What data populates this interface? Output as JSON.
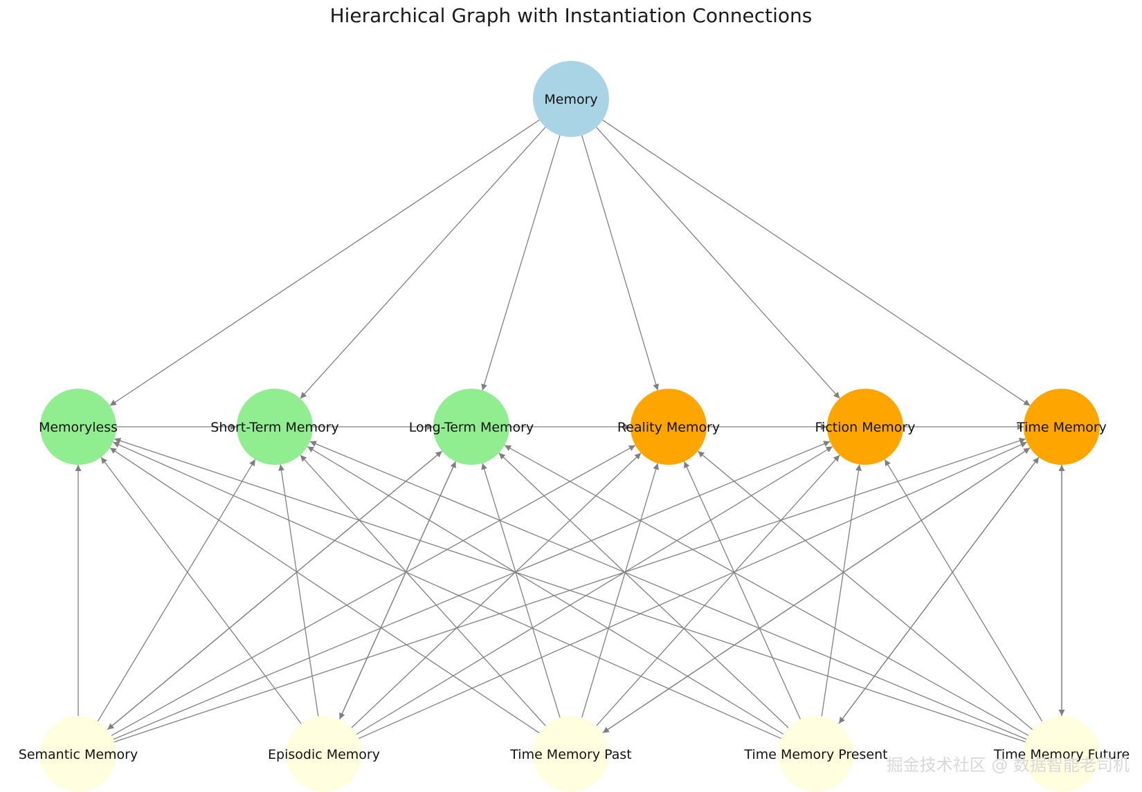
{
  "title": "Hierarchical Graph with Instantiation Connections",
  "watermark": "掘金技术社区 @ 数据智能老司机",
  "colors": {
    "root": "#a8d4e6",
    "memory_type": "#90ee90",
    "content_type": "#ffa500",
    "leaf": "#ffffe0",
    "edge": "#7f7f7f"
  },
  "nodes": [
    {
      "id": "memory",
      "label": "Memory",
      "level": "root"
    },
    {
      "id": "memoryless",
      "label": "Memoryless",
      "level": "memory_type"
    },
    {
      "id": "short_term",
      "label": "Short-Term Memory",
      "level": "memory_type"
    },
    {
      "id": "long_term",
      "label": "Long-Term Memory",
      "level": "memory_type"
    },
    {
      "id": "reality",
      "label": "Reality Memory",
      "level": "content_type"
    },
    {
      "id": "fiction",
      "label": "Fiction Memory",
      "level": "content_type"
    },
    {
      "id": "time",
      "label": "Time Memory",
      "level": "content_type"
    },
    {
      "id": "semantic",
      "label": "Semantic Memory",
      "level": "leaf"
    },
    {
      "id": "episodic",
      "label": "Episodic Memory",
      "level": "leaf"
    },
    {
      "id": "tm_past",
      "label": "Time Memory Past",
      "level": "leaf"
    },
    {
      "id": "tm_present",
      "label": "Time Memory Present",
      "level": "leaf"
    },
    {
      "id": "tm_future",
      "label": "Time Memory Future",
      "level": "leaf"
    }
  ],
  "edges": [
    [
      "memory",
      "memoryless"
    ],
    [
      "memory",
      "short_term"
    ],
    [
      "memory",
      "long_term"
    ],
    [
      "memory",
      "reality"
    ],
    [
      "memory",
      "fiction"
    ],
    [
      "memory",
      "time"
    ],
    [
      "memoryless",
      "short_term"
    ],
    [
      "short_term",
      "long_term"
    ],
    [
      "long_term",
      "reality"
    ],
    [
      "reality",
      "fiction"
    ],
    [
      "fiction",
      "time"
    ],
    [
      "semantic",
      "memoryless"
    ],
    [
      "semantic",
      "short_term"
    ],
    [
      "semantic",
      "long_term"
    ],
    [
      "semantic",
      "reality"
    ],
    [
      "semantic",
      "fiction"
    ],
    [
      "semantic",
      "time"
    ],
    [
      "episodic",
      "memoryless"
    ],
    [
      "episodic",
      "short_term"
    ],
    [
      "episodic",
      "long_term"
    ],
    [
      "episodic",
      "reality"
    ],
    [
      "episodic",
      "fiction"
    ],
    [
      "episodic",
      "time"
    ],
    [
      "tm_past",
      "memoryless"
    ],
    [
      "tm_past",
      "short_term"
    ],
    [
      "tm_past",
      "long_term"
    ],
    [
      "tm_past",
      "reality"
    ],
    [
      "tm_past",
      "fiction"
    ],
    [
      "tm_past",
      "time"
    ],
    [
      "tm_present",
      "memoryless"
    ],
    [
      "tm_present",
      "short_term"
    ],
    [
      "tm_present",
      "long_term"
    ],
    [
      "tm_present",
      "reality"
    ],
    [
      "tm_present",
      "fiction"
    ],
    [
      "tm_present",
      "time"
    ],
    [
      "tm_future",
      "memoryless"
    ],
    [
      "tm_future",
      "short_term"
    ],
    [
      "tm_future",
      "long_term"
    ],
    [
      "tm_future",
      "reality"
    ],
    [
      "tm_future",
      "fiction"
    ],
    [
      "tm_future",
      "time"
    ],
    [
      "long_term",
      "episodic"
    ],
    [
      "long_term",
      "semantic"
    ],
    [
      "time",
      "tm_past"
    ],
    [
      "time",
      "tm_present"
    ],
    [
      "time",
      "tm_future"
    ]
  ]
}
